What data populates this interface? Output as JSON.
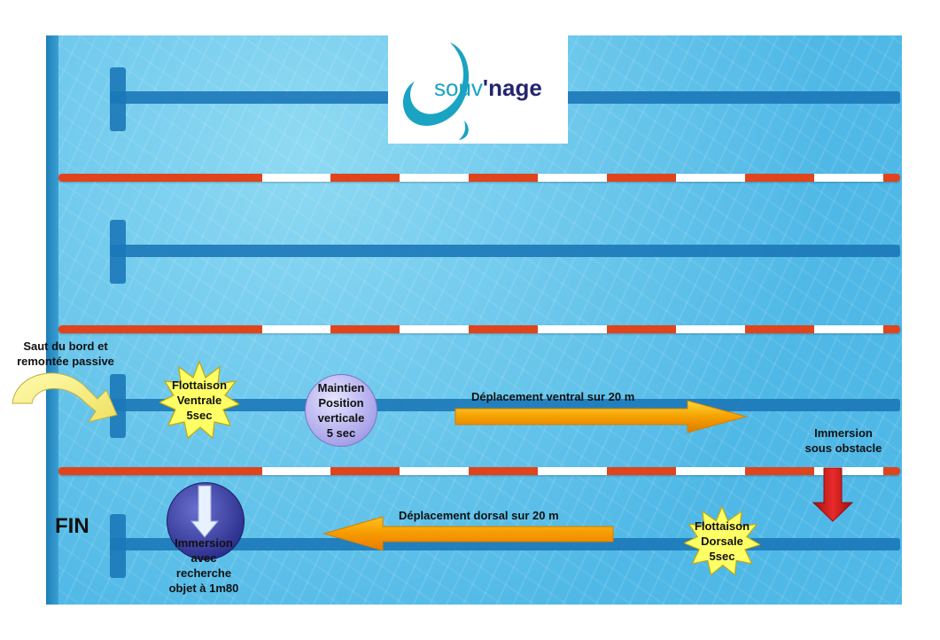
{
  "logo": {
    "text_left": "souv",
    "text_right": "nage",
    "apostrophe": "'"
  },
  "start_label": {
    "line1": "Saut du bord et",
    "line2": "remontée passive"
  },
  "steps": {
    "flottaison_ventrale": {
      "line1": "Flottaison",
      "line2": "Ventrale",
      "line3": "5sec"
    },
    "maintien": {
      "line1": "Maintien",
      "line2": "Position",
      "line3": "verticale",
      "line4": "5 sec"
    },
    "deplacement_ventral": "Déplacement ventral sur 20 m",
    "immersion_obstacle": {
      "line1": "Immersion",
      "line2": "sous obstacle"
    },
    "flottaison_dorsale": {
      "line1": "Flottaison",
      "line2": "Dorsale",
      "line3": "5sec"
    },
    "deplacement_dorsal": "Déplacement dorsal sur 20 m",
    "immersion_recherche": {
      "line1": "Immersion",
      "line2": "avec",
      "line3": "recherche",
      "line4": "objet à 1m80"
    }
  },
  "end_label": "FIN",
  "colors": {
    "water": "#4fb8e6",
    "lane_marking": "#1c78b8",
    "rope_red": "#e0441c",
    "rope_white": "#ffffff",
    "star_fill": "#ffff66",
    "arrow_orange": "#f5a000",
    "arrow_red": "#d42020",
    "circle_purple": "#a9a3ea",
    "circle_navy": "#2c2f8c",
    "logo_teal": "#1aa3c3",
    "logo_navy": "#24246e"
  },
  "icons": {
    "start_arrow": "curved-arrow-icon",
    "star": "starburst-shape",
    "obstacle_arrow": "down-arrow-icon"
  }
}
